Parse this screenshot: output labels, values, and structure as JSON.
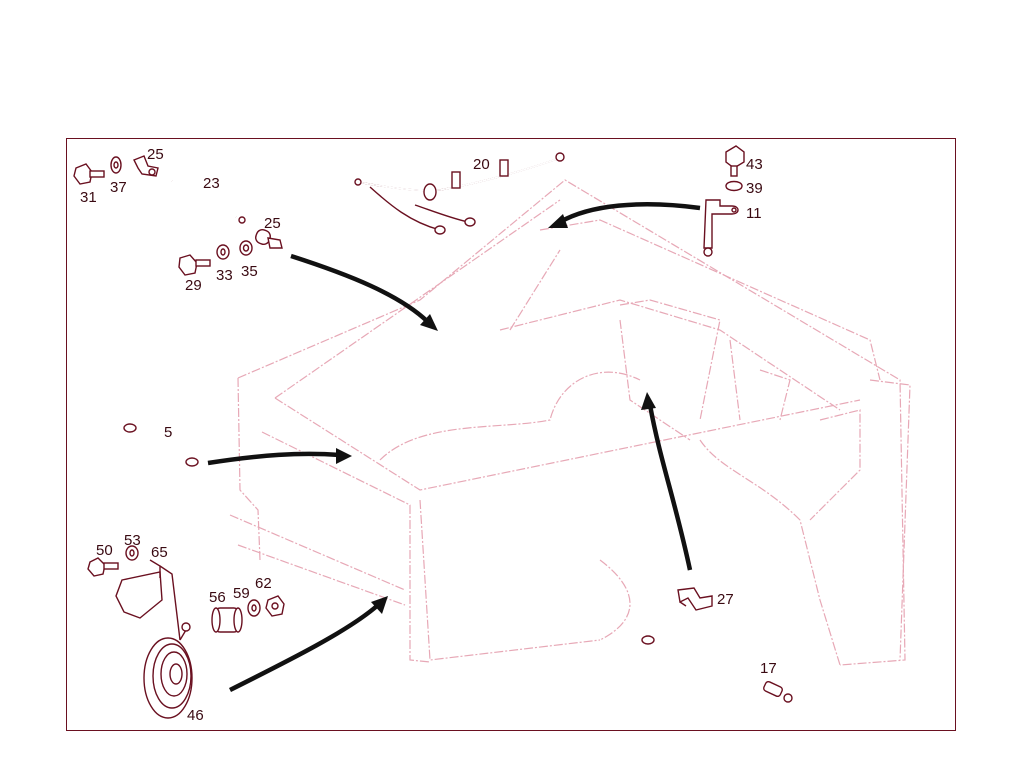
{
  "callouts": {
    "c31": "31",
    "c37": "37",
    "c25a": "25",
    "c23": "23",
    "c25b": "25",
    "c29": "29",
    "c33": "33",
    "c35": "35",
    "c20": "20",
    "c43": "43",
    "c39": "39",
    "c11": "11",
    "c5": "5",
    "c50": "50",
    "c53": "53",
    "c65": "65",
    "c56": "56",
    "c59": "59",
    "c62": "62",
    "c46": "46",
    "c27": "27",
    "c17": "17"
  },
  "colors": {
    "frame": "#6a1020",
    "body_outline": "#e7a8b6",
    "parts": "#6a1020",
    "arrows": "#111111"
  }
}
